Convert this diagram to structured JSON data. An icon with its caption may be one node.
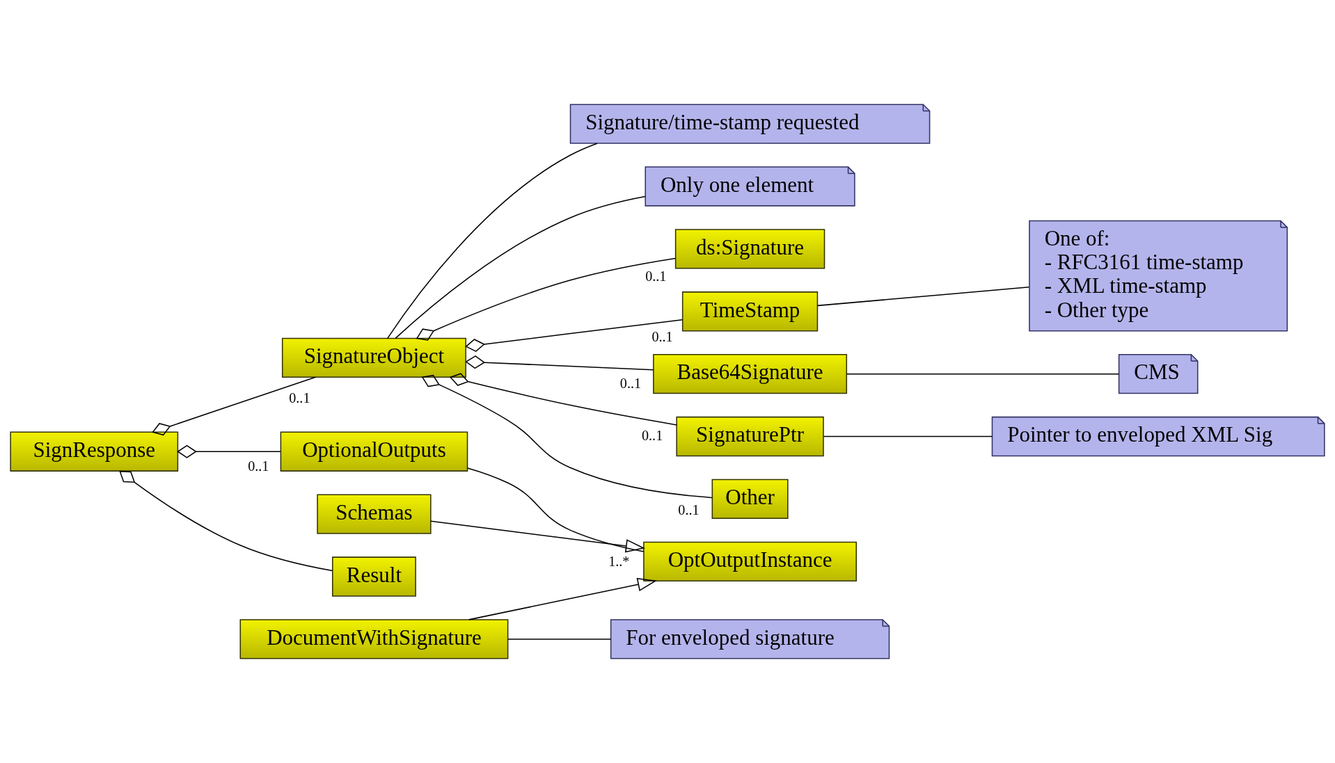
{
  "diagram": {
    "nodes": [
      {
        "text": [
          "SignResponse"
        ]
      },
      {
        "text": [
          "Result"
        ]
      },
      {
        "text": [
          "OptionalOutputs"
        ]
      },
      {
        "text": [
          "SignatureObject"
        ]
      },
      {
        "text": [
          "OptOutputInstance"
        ]
      },
      {
        "text": [
          "DocumentWithSignature"
        ]
      },
      {
        "text": [
          "For enveloped signature"
        ]
      },
      {
        "text": [
          "Schemas"
        ]
      },
      {
        "text": [
          "One of:",
          "- RFC3161 time-stamp",
          "- XML time-stamp",
          "- Other type"
        ]
      },
      {
        "text": [
          "ds:Signature"
        ]
      },
      {
        "text": [
          "TimeStamp"
        ]
      },
      {
        "text": [
          "Base64Signature"
        ]
      },
      {
        "text": [
          "CMS"
        ]
      },
      {
        "text": [
          "SignaturePtr"
        ]
      },
      {
        "text": [
          "Other"
        ]
      },
      {
        "text": [
          "Signature/time-stamp requested"
        ]
      },
      {
        "text": [
          "Only one element"
        ]
      },
      {
        "text": [
          "Pointer to enveloped XML Sig"
        ]
      }
    ],
    "edges": [
      {
        "from": 0,
        "to": 1,
        "arrow": "other"
      },
      {
        "from": 0,
        "to": 2,
        "arrow": "other",
        "label": "0..1"
      },
      {
        "from": 0,
        "to": 3,
        "arrow": "other",
        "label": "0..1"
      },
      {
        "from": 2,
        "to": 4,
        "arrow": "none",
        "label": "1..*"
      },
      {
        "from": 5,
        "to": 4,
        "arrow": "to"
      },
      {
        "from": 7,
        "to": 4,
        "arrow": "to"
      },
      {
        "from": 5,
        "to": 6,
        "arrow": "none"
      },
      {
        "from": 3,
        "to": 9,
        "arrow": "other",
        "label": "0..1"
      },
      {
        "from": 3,
        "to": 10,
        "arrow": "other",
        "label": "0..1"
      },
      {
        "from": 3,
        "to": 11,
        "arrow": "other",
        "label": "0..1"
      },
      {
        "from": 3,
        "to": 13,
        "arrow": "other",
        "label": "0..1"
      },
      {
        "from": 3,
        "to": 14,
        "arrow": "other",
        "label": "0..1"
      },
      {
        "from": 10,
        "to": 8,
        "arrow": "none"
      },
      {
        "from": 11,
        "to": 12,
        "arrow": "none"
      },
      {
        "from": 13,
        "to": 17,
        "arrow": "none"
      },
      {
        "from": 3,
        "to": 15,
        "arrow": "none"
      },
      {
        "from": 3,
        "to": 16,
        "arrow": "none"
      }
    ]
  }
}
